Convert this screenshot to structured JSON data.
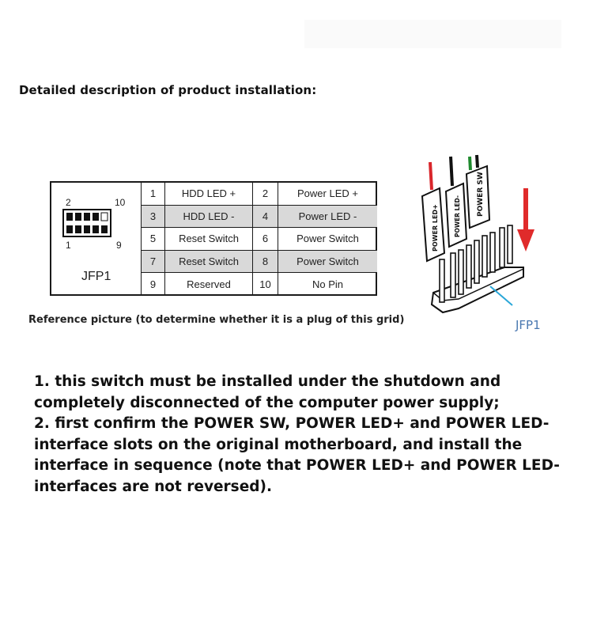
{
  "heading": "Detailed description of product installation:",
  "pin_header": {
    "label": "JFP1",
    "top_left": "2",
    "top_right": "10",
    "bottom_left": "1",
    "bottom_right": "9"
  },
  "pin_table": {
    "rows": [
      {
        "pin_a": "1",
        "label_a": "HDD LED +",
        "pin_b": "2",
        "label_b": "Power LED +",
        "shaded": false
      },
      {
        "pin_a": "3",
        "label_a": "HDD LED -",
        "pin_b": "4",
        "label_b": "Power LED -",
        "shaded": true
      },
      {
        "pin_a": "5",
        "label_a": "Reset Switch",
        "pin_b": "6",
        "label_b": "Power Switch",
        "shaded": false
      },
      {
        "pin_a": "7",
        "label_a": "Reset Switch",
        "pin_b": "8",
        "label_b": "Power Switch",
        "shaded": true
      },
      {
        "pin_a": "9",
        "label_a": "Reserved",
        "pin_b": "10",
        "label_b": "No Pin",
        "shaded": false
      }
    ]
  },
  "caption": "Reference picture (to determine whether it is a plug of this grid)",
  "diagram": {
    "connector_labels": [
      "POWER LED+",
      "POWER LED-",
      "POWER SW"
    ],
    "header_label": "JFP1",
    "wire_colors": [
      "#d9262b",
      "#111111",
      "#1f8a2e"
    ],
    "arrow_color": "#e02b2b",
    "pointer_color": "#2aa7d8"
  },
  "instructions": [
    "1. this switch must be installed under the shutdown and completely disconnected of the computer power supply;",
    "2. first confirm the POWER SW, POWER LED+ and POWER LED- interface slots on the original motherboard, and install the interface in sequence (note that POWER LED+ and POWER LED-  interfaces are not reversed)."
  ]
}
